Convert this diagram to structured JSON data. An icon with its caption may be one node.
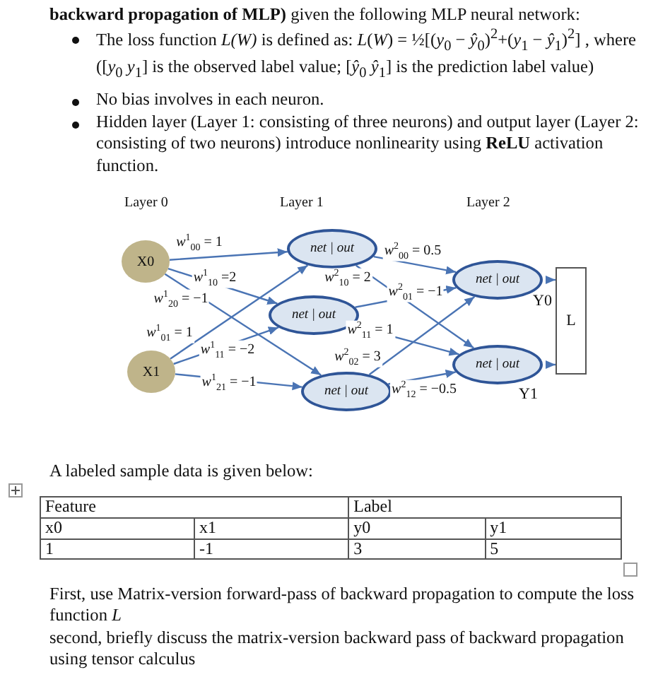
{
  "diagram": {
    "nodes": [
      {
        "text": [
          "X0"
        ]
      },
      {
        "text": [
          "X1"
        ]
      },
      {
        "text": [
          "net | out"
        ]
      },
      {
        "text": [
          "net | out"
        ]
      },
      {
        "text": [
          "net | out"
        ]
      },
      {
        "text": [
          "net | out"
        ],
        "beside": [
          "Y0"
        ]
      },
      {
        "text": [
          "net | out"
        ],
        "beside": [
          "Y1"
        ]
      },
      {
        "text": [
          "L"
        ]
      }
    ],
    "edges": [
      {
        "from": 0,
        "to": 2,
        "arrow": "to",
        "label": "*w*$^{1}$$_{00}$ = 1"
      },
      {
        "from": 0,
        "to": 3,
        "arrow": "to",
        "label": "*w*$^{1}$$_{10}$ =2"
      },
      {
        "from": 0,
        "to": 4,
        "arrow": "to",
        "label": "*w*$^{1}$$_{20}$ = −1"
      },
      {
        "from": 1,
        "to": 2,
        "arrow": "to",
        "label": "*w*$^{1}$$_{01}$ = 1"
      },
      {
        "from": 1,
        "to": 3,
        "arrow": "to",
        "label": "*w*$^{1}$$_{11}$ = −2"
      },
      {
        "from": 1,
        "to": 4,
        "arrow": "to",
        "label": "*w*$^{1}$$_{21}$ = −1"
      },
      {
        "from": 2,
        "to": 5,
        "arrow": "to",
        "label": "*w*$^{2}$$_{00}$ = 0.5"
      },
      {
        "from": 2,
        "to": 6,
        "arrow": "to",
        "label": "*w*$^{2}$$_{10}$ = 2"
      },
      {
        "from": 3,
        "to": 5,
        "arrow": "to",
        "label": "*w*$^{2}$$_{01}$ = −1"
      },
      {
        "from": 3,
        "to": 6,
        "arrow": "to",
        "label": "*w*$^{2}$$_{11}$ = 1"
      },
      {
        "from": 4,
        "to": 5,
        "arrow": "to",
        "label": "*w*$^{2}$$_{02}$ = 3"
      },
      {
        "from": 4,
        "to": 6,
        "arrow": "to",
        "label": "*w*$^{2}$$_{12}$ = −0.5"
      },
      {
        "from": 5,
        "to": 7,
        "arrow": "to"
      },
      {
        "from": 6,
        "to": 7,
        "arrow": "to"
      }
    ],
    "labels": [
      "**backward propagation of MLP)** given the following MLP neural network:",
      "The loss function *L(W)* is defined as: *L*(*W*) = ½[(*y*$_{0}$ − *ŷ*$_{0}$)$^{2}$+(*y*$_{1}$ − *ŷ*$_{1}$)$^{2}$] , where ([*y*$_{0}$ *y*$_{1}$] is the observed label value; [*ŷ*$_{0}$ *ŷ*$_{1}$] is the prediction label value)",
      "No bias involves in each neuron.",
      "Hidden layer (Layer 1: consisting of three neurons) and output layer (Layer 2: consisting of two neurons) introduce nonlinearity using **ReLU** activation function.",
      "Layer 0",
      "Layer 1",
      "Layer 2",
      "A labeled sample data is given below:",
      "Feature",
      "Label",
      "x0",
      "x1",
      "y0",
      "y1",
      "1",
      "-1",
      "3",
      "5",
      "First, use Matrix-version forward-pass of backward propagation to compute the loss function *L*",
      "second, briefly discuss the matrix-version backward pass of backward propagation using tensor calculus"
    ]
  }
}
